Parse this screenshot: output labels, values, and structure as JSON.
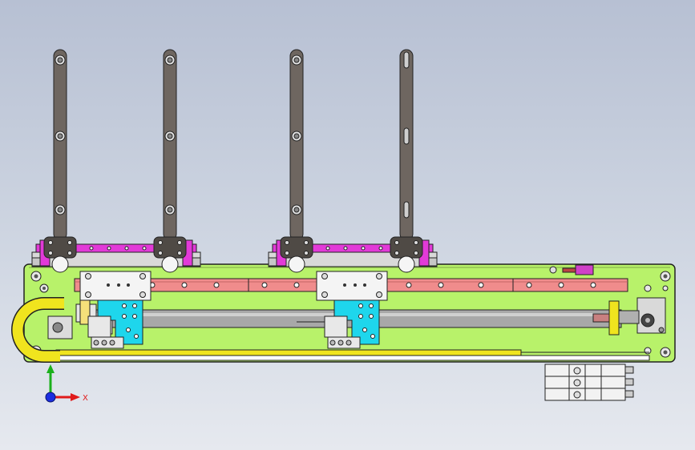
{
  "view": {
    "triad": {
      "x_axis_label": "X",
      "x_color": "#e01b1b",
      "y_color": "#1bb01b",
      "z_color": "#1b2ee0"
    }
  },
  "colors": {
    "base_plate": "#b8f26a",
    "arm": "#6e6660",
    "rail": "#f08c8c",
    "bracket": "#e23ad8",
    "carriage_mount": "#1ed6ec",
    "cable_chain": "#f0e41e",
    "cylinder_rod": "#a8a8a8"
  },
  "diagram": {
    "arm_count": 4,
    "slot_hole_count": 3
  }
}
